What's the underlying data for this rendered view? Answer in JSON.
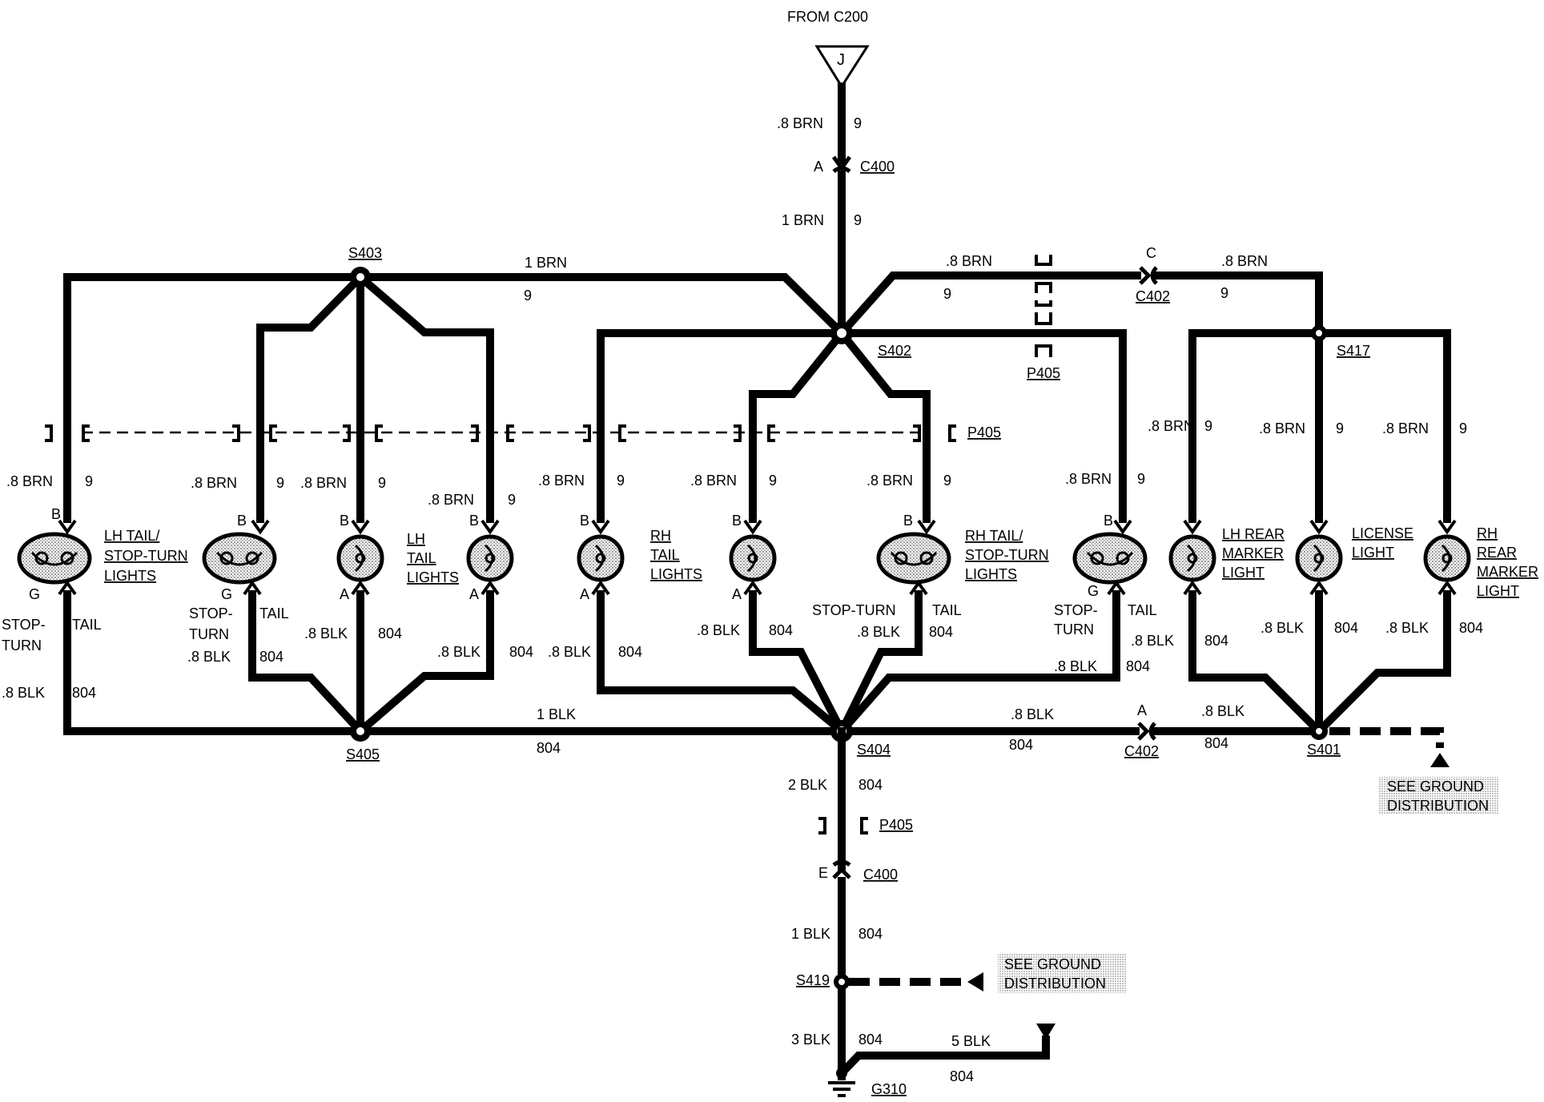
{
  "source": {
    "label": "FROM C200",
    "terminal": "J"
  },
  "wires": {
    "brn_08": ".8 BRN",
    "brn_1": "1 BRN",
    "circuit_9": "9",
    "blk_08": ".8 BLK",
    "blk_1": "1 BLK",
    "blk_2": "2 BLK",
    "blk_3": "3 BLK",
    "blk_5": "5 BLK",
    "circuit_804": "804"
  },
  "connectors": {
    "c400": "C400",
    "c402": "C402",
    "p405": "P405",
    "pin_a": "A",
    "pin_b": "B",
    "pin_c": "C",
    "pin_e": "E",
    "pin_g": "G"
  },
  "splices": {
    "s401": "S401",
    "s402": "S402",
    "s403": "S403",
    "s404": "S404",
    "s405": "S405",
    "s417": "S417",
    "s419": "S419"
  },
  "ground": {
    "g310": "G310"
  },
  "lamps": {
    "lh_tail_stop_turn": [
      "LH TAIL/",
      "STOP-TURN",
      "LIGHTS"
    ],
    "lh_tail": [
      "LH",
      "TAIL",
      "LIGHTS"
    ],
    "rh_tail": [
      "RH",
      "TAIL",
      "LIGHTS"
    ],
    "rh_tail_stop_turn": [
      "RH TAIL/",
      "STOP-TURN",
      "LIGHTS"
    ],
    "lh_rear_marker": [
      "LH REAR",
      "MARKER",
      "LIGHT"
    ],
    "license": [
      "LICENSE",
      "LIGHT"
    ],
    "rh_rear_marker": [
      "RH",
      "REAR",
      "MARKER",
      "LIGHT"
    ]
  },
  "filaments": {
    "stop": "STOP-",
    "turn": "TURN",
    "stop_turn": "STOP-TURN",
    "tail": "TAIL",
    "stop_split": "STOP-",
    "turn_split": "TURN"
  },
  "ground_ref": {
    "line1": "SEE GROUND",
    "line2": "DISTRIBUTION"
  }
}
